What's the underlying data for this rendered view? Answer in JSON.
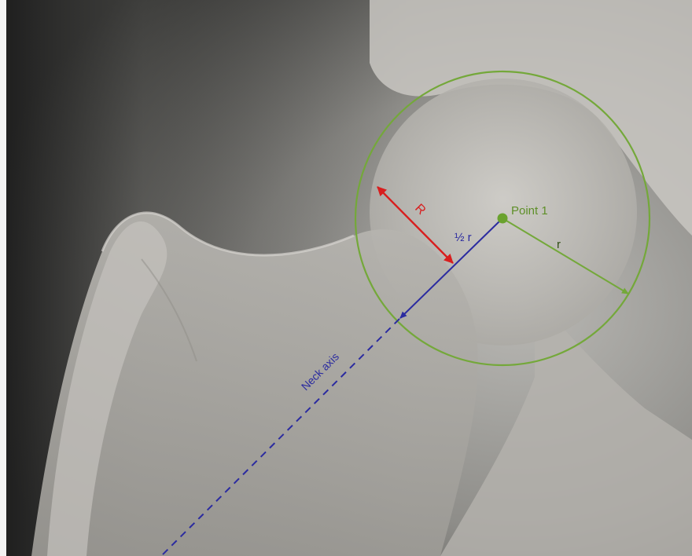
{
  "annotations": {
    "point_label": "Point 1",
    "radius_label": "r",
    "half_radius_label": "½ r",
    "offset_label": "R",
    "neck_axis_label": "Neck axis"
  },
  "colors": {
    "circle": "#74a83a",
    "neck_axis": "#2b2ba0",
    "offset_arrow": "#d81e1e",
    "point": "#6aa22e"
  }
}
